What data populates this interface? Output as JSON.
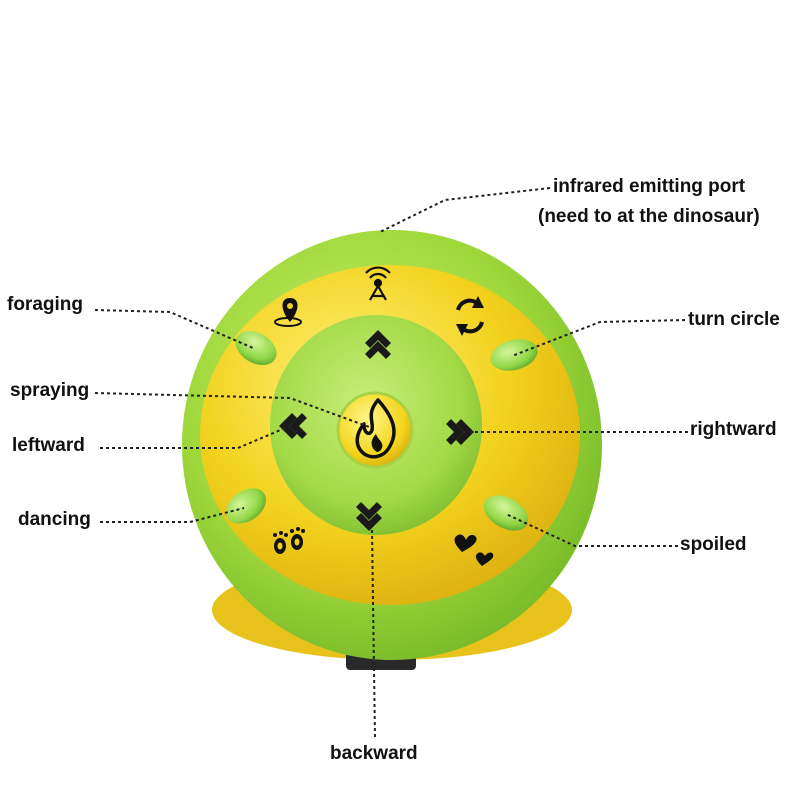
{
  "labels": {
    "infrared_line1": "infrared emitting port",
    "infrared_line2": "(need to at the dinosaur)",
    "foraging": "foraging",
    "turn_circle": "turn circle",
    "spraying": "spraying",
    "leftward": "leftward",
    "rightward": "rightward",
    "dancing": "dancing",
    "spoiled": "spoiled",
    "backward": "backward"
  },
  "colors": {
    "shell_green": "#9fd83a",
    "shell_yellow": "#f2d21e",
    "inner_green": "#a8dc4a",
    "center_yellow": "#f4d51c",
    "button_green": "#8fd646",
    "leader_line": "#222222"
  },
  "icons": {
    "top": "antenna-signal-icon",
    "foraging": "map-pin-icon",
    "turn_circle": "rotate-arrows-icon",
    "dancing": "footprints-icon",
    "spoiled": "hearts-icon",
    "center": "flame-icon",
    "up": "double-chevron-up-icon",
    "down": "double-chevron-down-icon",
    "left": "double-chevron-left-icon",
    "right": "double-chevron-right-icon"
  }
}
